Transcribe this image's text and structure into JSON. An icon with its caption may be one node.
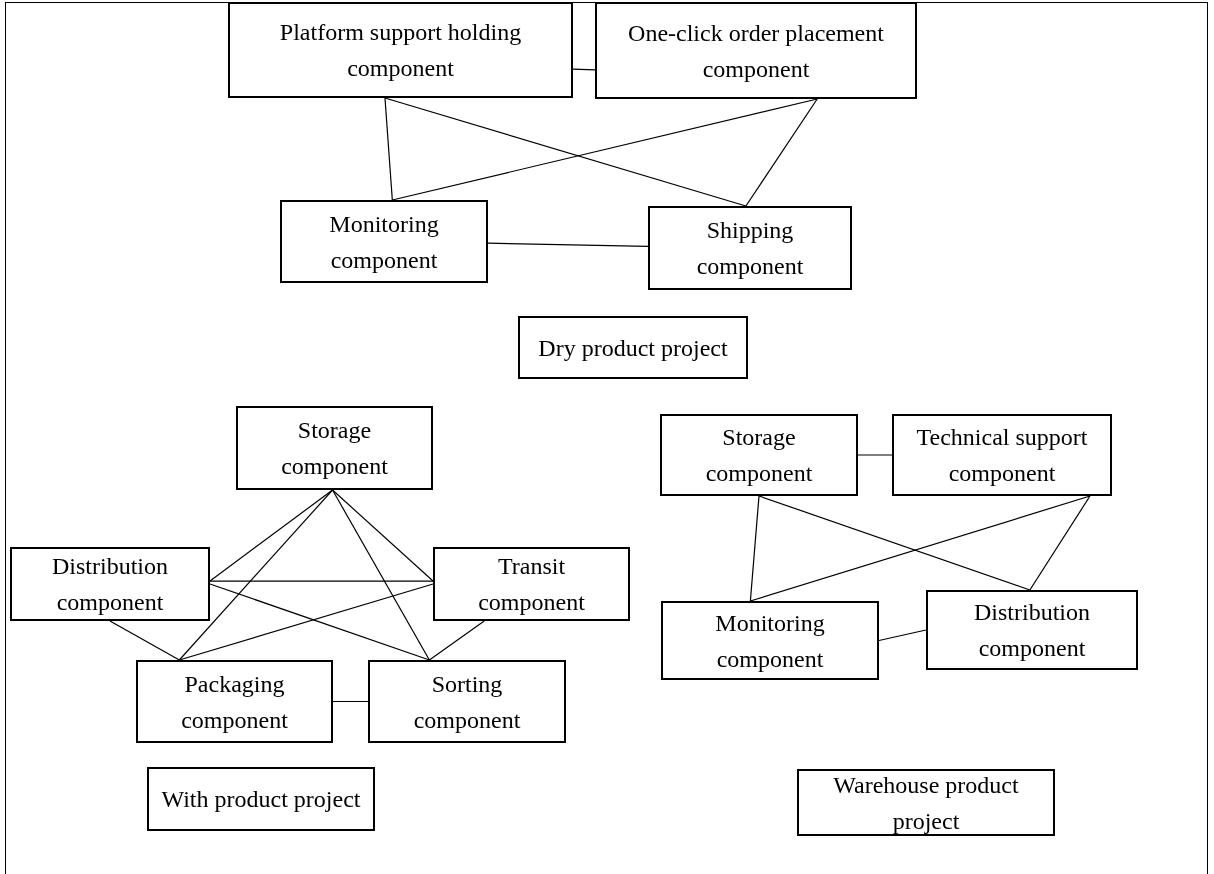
{
  "diagram": {
    "nodes": [
      {
        "text": [
          "Platform support holding component"
        ]
      },
      {
        "text": [
          "One-click order placement component"
        ]
      },
      {
        "text": [
          "Monitoring component"
        ]
      },
      {
        "text": [
          "Shipping component"
        ]
      },
      {
        "text": [
          "Dry product project"
        ]
      },
      {
        "text": [
          "Storage component"
        ]
      },
      {
        "text": [
          "Distribution component"
        ]
      },
      {
        "text": [
          "Transit component"
        ]
      },
      {
        "text": [
          "Packaging component"
        ]
      },
      {
        "text": [
          "Sorting component"
        ]
      },
      {
        "text": [
          "With product project"
        ]
      },
      {
        "text": [
          "Storage component"
        ]
      },
      {
        "text": [
          "Technical support component"
        ]
      },
      {
        "text": [
          "Monitoring component"
        ]
      },
      {
        "text": [
          "Distribution component"
        ]
      },
      {
        "text": [
          "Warehouse product project"
        ]
      }
    ],
    "edges": [
      {
        "from": 0,
        "to": 1,
        "arrow": "none"
      },
      {
        "from": 0,
        "to": 2,
        "arrow": "none"
      },
      {
        "from": 0,
        "to": 3,
        "arrow": "none"
      },
      {
        "from": 1,
        "to": 2,
        "arrow": "none"
      },
      {
        "from": 1,
        "to": 3,
        "arrow": "none"
      },
      {
        "from": 2,
        "to": 3,
        "arrow": "none"
      },
      {
        "from": 5,
        "to": 6,
        "arrow": "none"
      },
      {
        "from": 5,
        "to": 7,
        "arrow": "none"
      },
      {
        "from": 5,
        "to": 8,
        "arrow": "none"
      },
      {
        "from": 5,
        "to": 9,
        "arrow": "none"
      },
      {
        "from": 6,
        "to": 7,
        "arrow": "none"
      },
      {
        "from": 6,
        "to": 9,
        "arrow": "none"
      },
      {
        "from": 7,
        "to": 8,
        "arrow": "none"
      },
      {
        "from": 6,
        "to": 8,
        "arrow": "none"
      },
      {
        "from": 7,
        "to": 9,
        "arrow": "none"
      },
      {
        "from": 8,
        "to": 9,
        "arrow": "none"
      },
      {
        "from": 11,
        "to": 12,
        "arrow": "none"
      },
      {
        "from": 11,
        "to": 13,
        "arrow": "none"
      },
      {
        "from": 11,
        "to": 14,
        "arrow": "none"
      },
      {
        "from": 12,
        "to": 13,
        "arrow": "none"
      },
      {
        "from": 12,
        "to": 14,
        "arrow": "none"
      },
      {
        "from": 13,
        "to": 14,
        "arrow": "none"
      }
    ]
  }
}
